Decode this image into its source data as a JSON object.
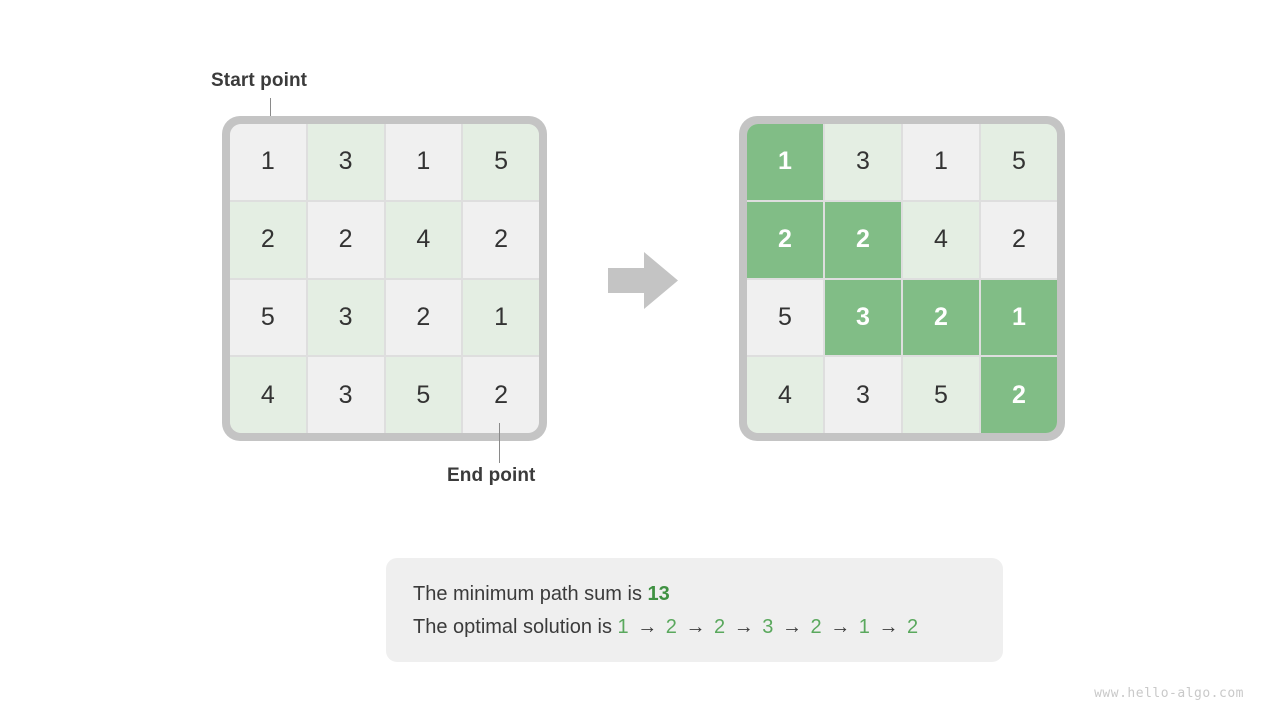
{
  "labels": {
    "start": "Start point",
    "end": "End point"
  },
  "grids": {
    "input": {
      "name": "input-grid",
      "rows": [
        [
          {
            "v": "1"
          },
          {
            "v": "3"
          },
          {
            "v": "1"
          },
          {
            "v": "5"
          }
        ],
        [
          {
            "v": "2"
          },
          {
            "v": "2"
          },
          {
            "v": "4"
          },
          {
            "v": "2"
          }
        ],
        [
          {
            "v": "5"
          },
          {
            "v": "3"
          },
          {
            "v": "2"
          },
          {
            "v": "1"
          }
        ],
        [
          {
            "v": "4"
          },
          {
            "v": "3"
          },
          {
            "v": "5"
          },
          {
            "v": "2"
          }
        ]
      ],
      "highlighted": []
    },
    "solution": {
      "name": "solution-grid",
      "rows": [
        [
          {
            "v": "1"
          },
          {
            "v": "3"
          },
          {
            "v": "1"
          },
          {
            "v": "5"
          }
        ],
        [
          {
            "v": "2"
          },
          {
            "v": "2"
          },
          {
            "v": "4"
          },
          {
            "v": "2"
          }
        ],
        [
          {
            "v": "5"
          },
          {
            "v": "3"
          },
          {
            "v": "2"
          },
          {
            "v": "1"
          }
        ],
        [
          {
            "v": "4"
          },
          {
            "v": "3"
          },
          {
            "v": "5"
          },
          {
            "v": "2"
          }
        ]
      ],
      "highlighted": [
        [
          0,
          0
        ],
        [
          1,
          0
        ],
        [
          1,
          1
        ],
        [
          2,
          1
        ],
        [
          2,
          2
        ],
        [
          2,
          3
        ],
        [
          3,
          3
        ]
      ]
    }
  },
  "arrow": {
    "icon": "right-arrow-icon",
    "color": "#c4c4c4"
  },
  "result": {
    "sum_prefix": "The minimum path sum is ",
    "sum_value": "13",
    "path_prefix": "The optimal solution is ",
    "path_values": [
      "1",
      "2",
      "2",
      "3",
      "2",
      "1",
      "2"
    ],
    "path_separator": "→"
  },
  "watermark": "www.hello-algo.com",
  "colors": {
    "frame": "#c4c4c4",
    "cell_gray": "#f0f0f0",
    "cell_green": "#e4eee3",
    "cell_highlight": "#81bd86",
    "panel_bg": "#efefef",
    "accent_green": "#3f9142",
    "text": "#3b3b3b"
  }
}
